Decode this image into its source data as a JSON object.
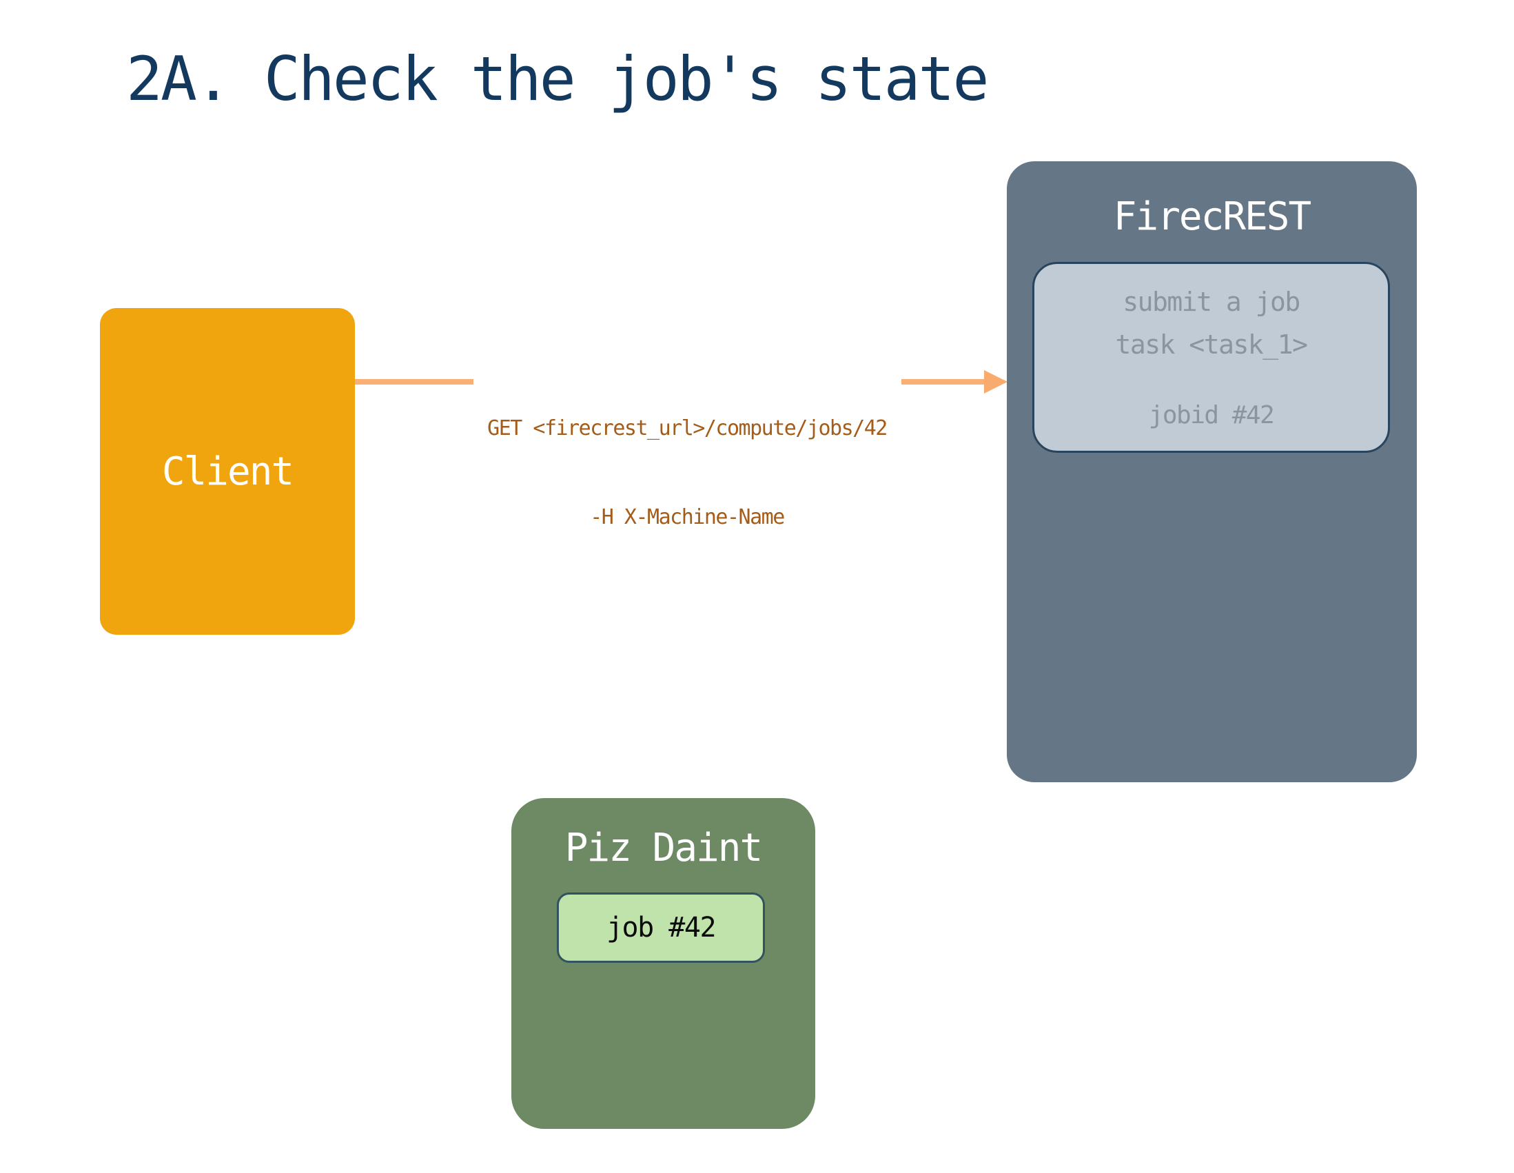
{
  "title": "2A. Check the job's state",
  "client": {
    "label": "Client"
  },
  "request": {
    "line1": "GET <firecrest_url>/compute/jobs/42",
    "line2": "-H X-Machine-Name"
  },
  "firecrest": {
    "label": "FirecREST",
    "task_box": {
      "line1": "submit a job",
      "line2": "task <task_1>",
      "jobid": "jobid #42"
    }
  },
  "piz_daint": {
    "label": "Piz Daint",
    "job_box": {
      "label": "job #42"
    }
  },
  "colors": {
    "background": "#ffffff",
    "title_text": "#14395f",
    "client_fill": "#f0a40d",
    "arrow": "#f8ab6d",
    "request_text": "#a55c18",
    "firecrest_fill": "#657686",
    "task_box_fill": "#c0cbd6",
    "task_box_border": "#29455e",
    "task_box_text": "#8b959e",
    "piz_daint_fill": "#6d8a64",
    "job_box_fill": "#bfe3ab",
    "job_box_border": "#32525f",
    "job_box_text": "#0b0b0b",
    "node_label_text": "#ffffff"
  }
}
